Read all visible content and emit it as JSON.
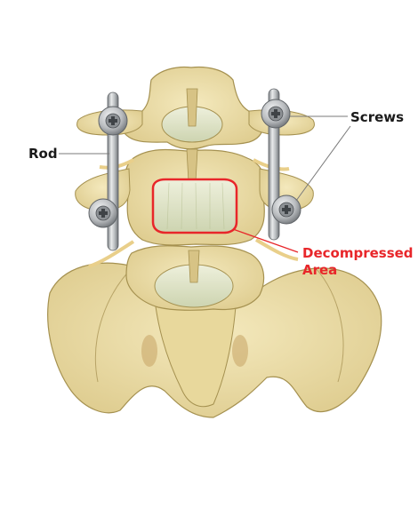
{
  "labels": {
    "rod": "Rod",
    "screws": "Screws",
    "decompressed": "Decompressed Area"
  },
  "colors": {
    "bone": "#efe2ad",
    "bone_shadow": "#c9b678",
    "bone_outline": "#a59150",
    "disc": "#dfe4c6",
    "metal": "#b9bcbf",
    "metal_dark": "#6f7377",
    "highlight": "#e8262a",
    "label_text": "#1a1a1a"
  },
  "icons": [
    "screw-head-icon"
  ]
}
